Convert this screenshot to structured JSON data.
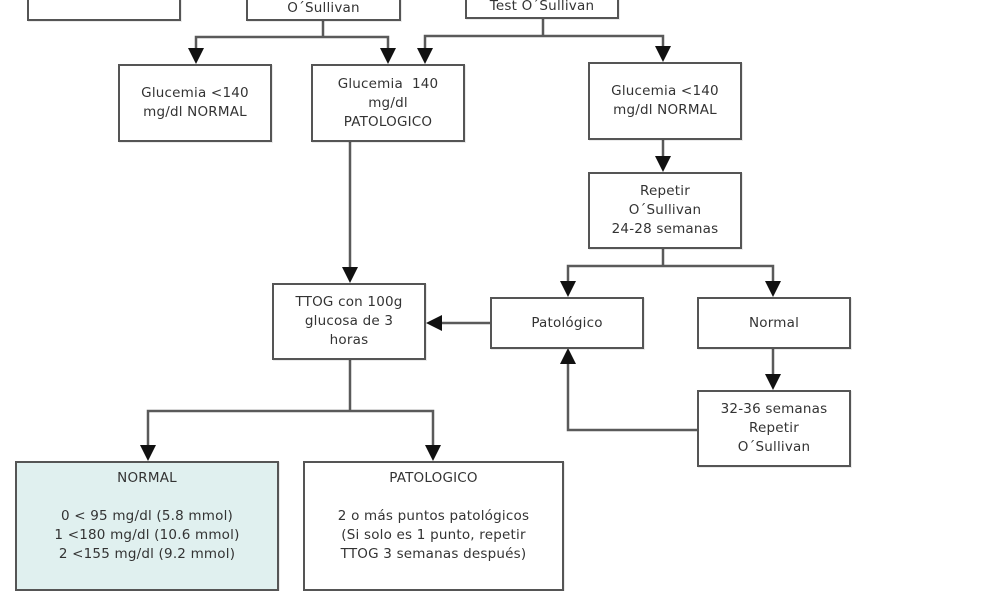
{
  "diagram": {
    "title": "Cribado de diabetes gestacional (O´Sullivan / TTOG)",
    "colors": {
      "border": "#555555",
      "text": "#333333",
      "arrow": "#111111",
      "normal_result_fill": "#e0f0ef",
      "background": "#ffffff"
    },
    "nodes": {
      "top_left": {
        "lines": [
          ""
        ]
      },
      "top_center": {
        "lines": [
          "O´Sullivan"
        ]
      },
      "top_right": {
        "lines": [
          "Test O´Sullivan"
        ]
      },
      "gluc_normal_left": {
        "lines": [
          "Glucemia <140",
          "mg/dl NORMAL"
        ]
      },
      "gluc_patologico": {
        "lines": [
          "Glucemia  140",
          "mg/dl",
          "PATOLOGICO"
        ]
      },
      "gluc_normal_right": {
        "lines": [
          "Glucemia <140",
          "mg/dl NORMAL"
        ]
      },
      "repetir_24_28": {
        "lines": [
          "Repetir",
          "O´Sullivan",
          "24-28 semanas"
        ]
      },
      "ttog": {
        "lines": [
          "TTOG con 100g",
          "glucosa de 3",
          "horas"
        ]
      },
      "patologico_branch": {
        "lines": [
          "Patológico"
        ]
      },
      "normal_branch": {
        "lines": [
          "Normal"
        ]
      },
      "repetir_32_36": {
        "lines": [
          "32-36 semanas",
          "Repetir",
          "O´Sullivan"
        ]
      },
      "result_normal": {
        "heading": "NORMAL",
        "lines": [
          "0 < 95 mg/dl (5.8 mmol)",
          "1 <180 mg/dl (10.6 mmol)",
          "2 <155 mg/dl (9.2 mmol)"
        ]
      },
      "result_patologico": {
        "heading": "PATOLOGICO",
        "lines": [
          "2 o más puntos patológicos",
          "(Si solo es 1 punto, repetir",
          "TTOG 3 semanas después)"
        ]
      }
    },
    "edges": [
      {
        "from": "top_center",
        "to": "gluc_normal_left"
      },
      {
        "from": "top_center",
        "to": "gluc_patologico"
      },
      {
        "from": "top_right",
        "to": "gluc_patologico"
      },
      {
        "from": "top_right",
        "to": "gluc_normal_right"
      },
      {
        "from": "gluc_normal_right",
        "to": "repetir_24_28"
      },
      {
        "from": "gluc_patologico",
        "to": "ttog"
      },
      {
        "from": "repetir_24_28",
        "to": "patologico_branch"
      },
      {
        "from": "repetir_24_28",
        "to": "normal_branch"
      },
      {
        "from": "patologico_branch",
        "to": "ttog"
      },
      {
        "from": "normal_branch",
        "to": "repetir_32_36"
      },
      {
        "from": "repetir_32_36",
        "to": "patologico_branch"
      },
      {
        "from": "ttog",
        "to": "result_normal"
      },
      {
        "from": "ttog",
        "to": "result_patologico"
      }
    ]
  }
}
